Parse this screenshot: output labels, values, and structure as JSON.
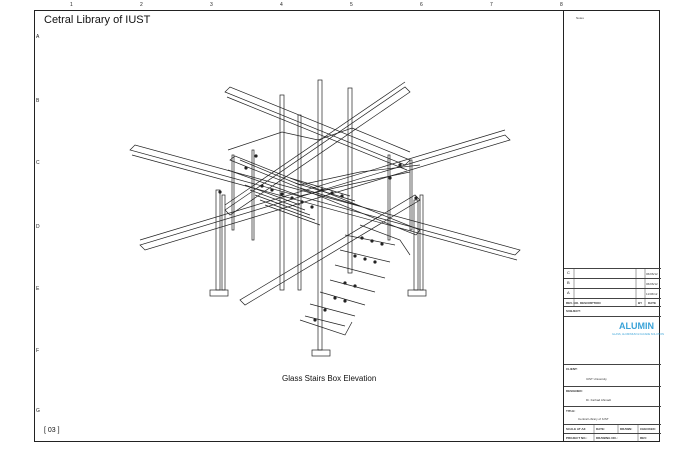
{
  "sheet": {
    "title": "Cetral Library of IUST",
    "caption": "Glass Stairs Box Elevation",
    "page_number": "[ 03 ]",
    "column_numbers": [
      "1",
      "2",
      "3",
      "4",
      "5",
      "6",
      "7",
      "8"
    ],
    "row_letters": [
      "A",
      "B",
      "C",
      "D",
      "E",
      "F",
      "G"
    ]
  },
  "title_block": {
    "notes_label": "Notes",
    "revisions": [
      {
        "letter": "C",
        "date": "06/06/12"
      },
      {
        "letter": "B",
        "date": "06/06/12"
      },
      {
        "letter": "A",
        "date": "11/06/12"
      }
    ],
    "rev_header": {
      "no": "REV. NO.",
      "description": "DESCRIPTION",
      "by": "BY",
      "date": "DATE"
    },
    "sub_label": "SUBJECT:",
    "logo_text": "ALUMIN",
    "logo_sub": "GLASS, ALUMINIUM & FACADE SOLUTION",
    "client_label": "CLIENT:",
    "client_value": "IUST University",
    "designer_label": "DESIGNED:",
    "designer_value": "Dr. Farhad Ahmadi",
    "title_label": "TITLE:",
    "title_value": "Central Library of IUST",
    "scale_label": "SCALE AT A3:",
    "date_label": "DATE:",
    "drawn_label": "DRAWN:",
    "checked_label": "CHECKED:",
    "project_label": "PROJECT NO.:",
    "drawing_label": "DRAWING NO.:",
    "rev_label": "REV:"
  }
}
